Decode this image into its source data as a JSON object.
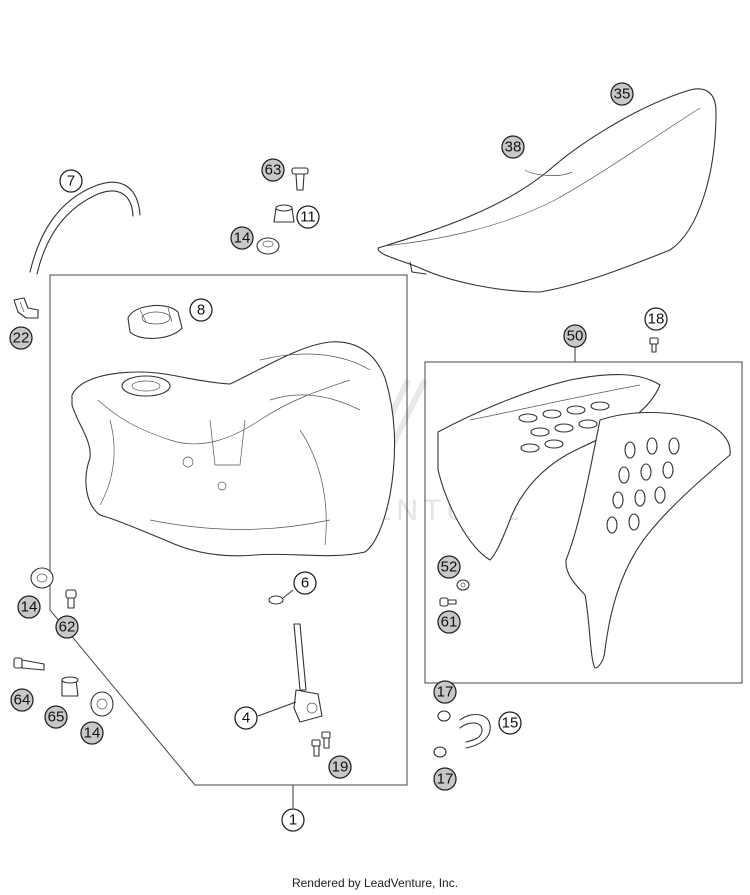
{
  "watermark": "LEADVENTURE",
  "footer": "Rendered by LeadVenture, Inc.",
  "callouts": {
    "c35": "35",
    "c38": "38",
    "c7": "7",
    "c63": "63",
    "c11": "11",
    "c14a": "14",
    "c22": "22",
    "c8": "8",
    "c18": "18",
    "c50": "50",
    "c6": "6",
    "c14b": "14",
    "c62": "62",
    "c52": "52",
    "c61": "61",
    "c64": "64",
    "c65": "65",
    "c14c": "14",
    "c4": "4",
    "c17a": "17",
    "c15": "15",
    "c19": "19",
    "c17b": "17",
    "c1": "1"
  }
}
